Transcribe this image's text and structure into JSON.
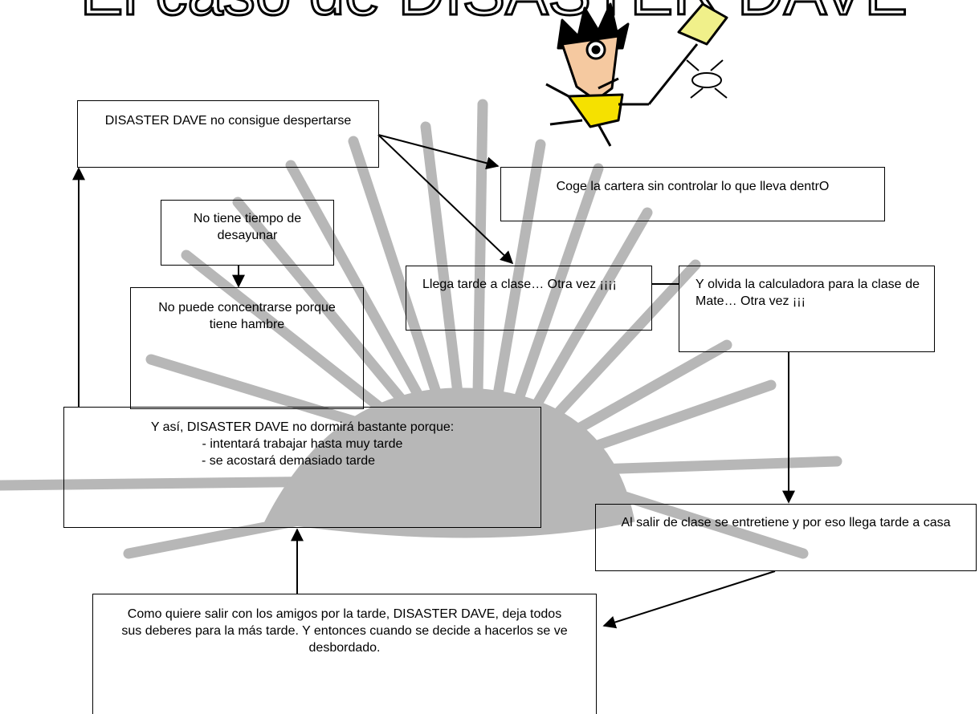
{
  "title": "El caso de DISASTER DAVE",
  "colors": {
    "sun": "#b7b7b7",
    "shirt": "#f5e100",
    "swatter": "#f0f08a",
    "line": "#000000"
  },
  "boxes": {
    "wake": "DISASTER DAVE no consigue despertarse",
    "bag": "Coge la cartera sin controlar lo que lleva dentrO",
    "breakfast": "No tiene tiempo de desayunar",
    "hungry": "No puede concentrarse porque tiene hambre",
    "late": "Llega tarde a clase… Otra vez ¡¡¡¡",
    "calc": "Y olvida la calculadora para la clase de Mate… Otra vez ¡¡¡",
    "sleep": {
      "line1": "Y así, DISASTER DAVE no dormirá bastante porque:",
      "line2": "- intentará trabajar hasta muy tarde",
      "line3": "- se acostará demasiado tarde"
    },
    "home": "Al salir de clase se entretiene y por eso llega tarde a casa",
    "friends": "Como quiere salir con los amigos por la tarde, DISASTER DAVE, deja todos sus deberes para la más tarde. Y entonces cuando se decide a hacerlos se ve desbordado."
  }
}
